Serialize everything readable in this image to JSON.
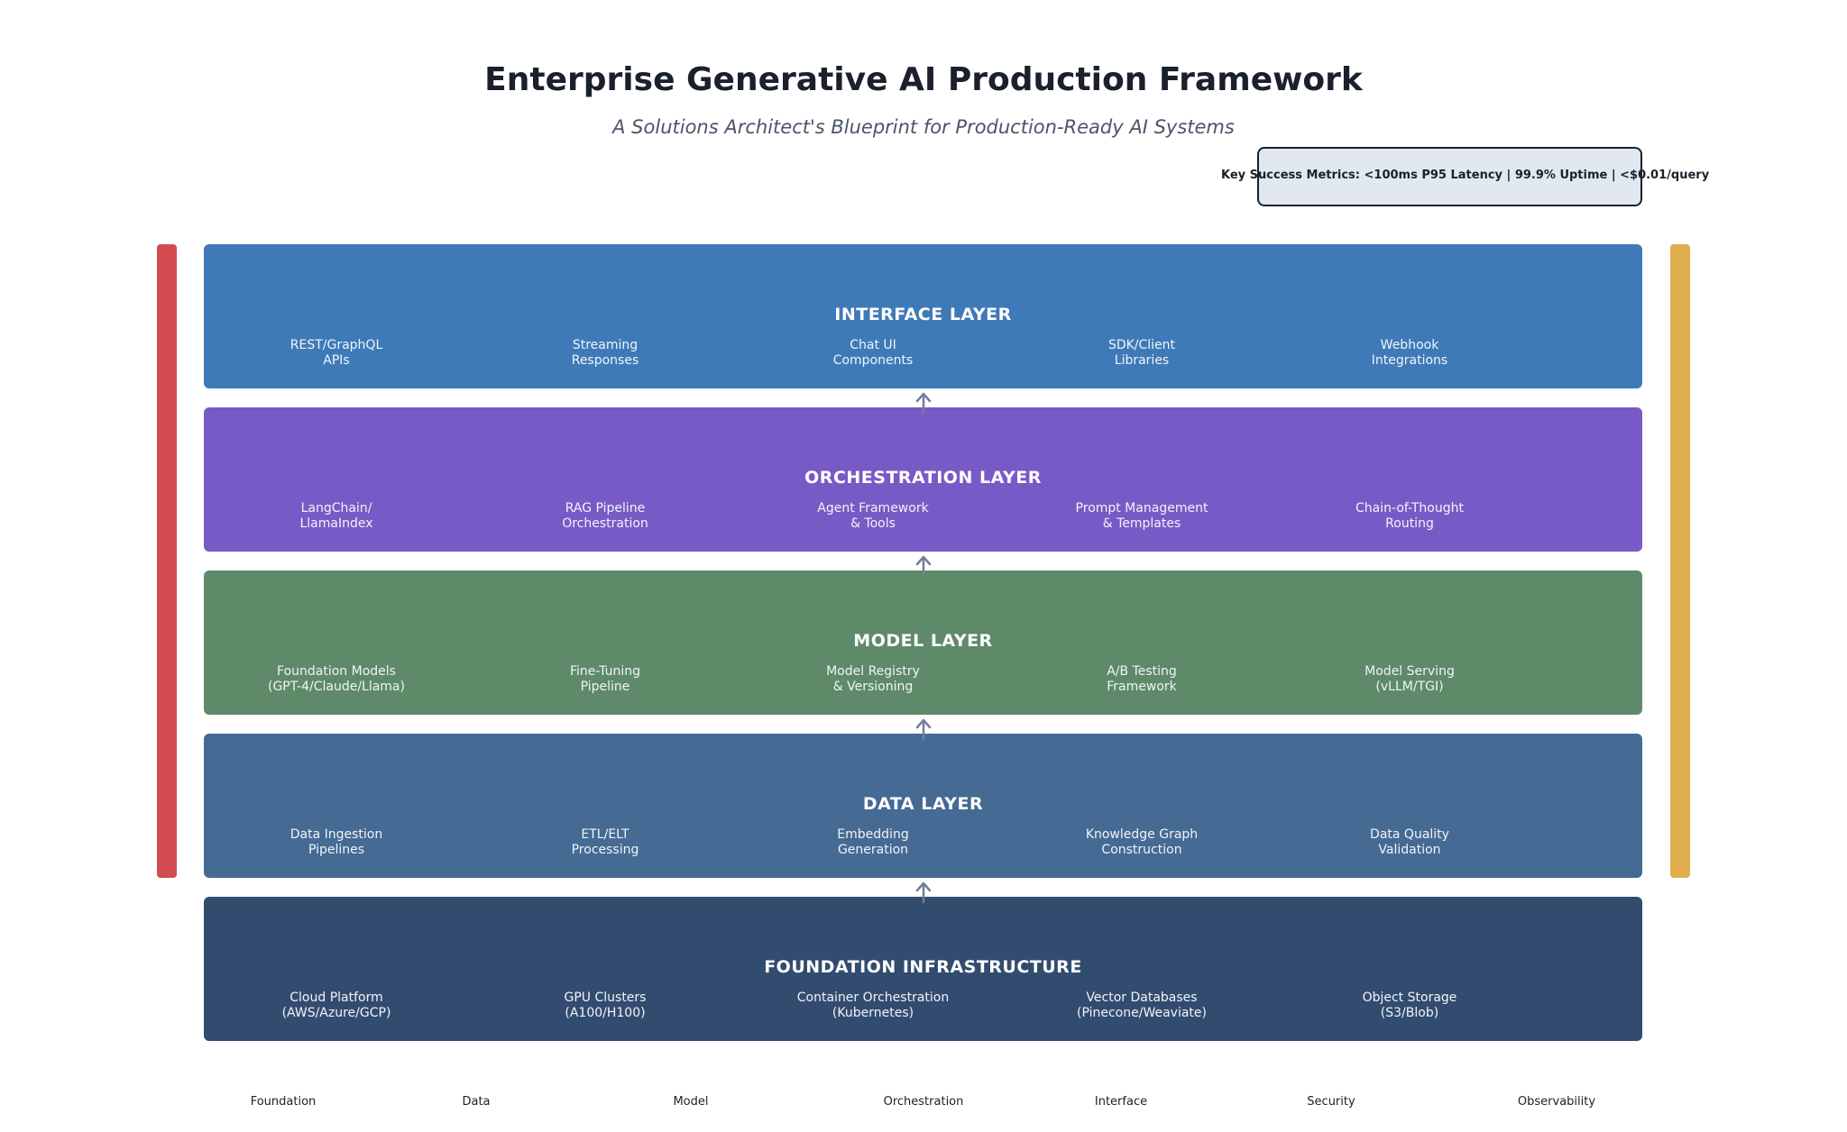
{
  "title": "Enterprise Generative AI Production Framework",
  "subtitle": "A Solutions Architect's Blueprint for Production-Ready AI Systems",
  "metrics": "Key Success Metrics: <100ms P95 Latency | 99.9% Uptime | <$0.01/query",
  "colors": {
    "interface": "#3f7ab8",
    "orchestration": "#785ac6",
    "model": "#5e8a6a",
    "data": "#456a93",
    "foundation": "#324c70",
    "security_bar": "#d14b51",
    "observability_bar": "#e0ad4e",
    "arrow": "#718096"
  },
  "layers": [
    {
      "title": "INTERFACE LAYER",
      "components": [
        "REST/GraphQL\nAPIs",
        "Streaming\nResponses",
        "Chat UI\nComponents",
        "SDK/Client\nLibraries",
        "Webhook\nIntegrations"
      ]
    },
    {
      "title": "ORCHESTRATION LAYER",
      "components": [
        "LangChain/\nLlamaIndex",
        "RAG Pipeline\nOrchestration",
        "Agent Framework\n& Tools",
        "Prompt Management\n& Templates",
        "Chain-of-Thought\nRouting"
      ]
    },
    {
      "title": "MODEL LAYER",
      "components": [
        "Foundation Models\n(GPT-4/Claude/Llama)",
        "Fine-Tuning\nPipeline",
        "Model Registry\n& Versioning",
        "A/B Testing\nFramework",
        "Model Serving\n(vLLM/TGI)"
      ]
    },
    {
      "title": "DATA LAYER",
      "components": [
        "Data Ingestion\nPipelines",
        "ETL/ELT\nProcessing",
        "Embedding\nGeneration",
        "Knowledge Graph\nConstruction",
        "Data Quality\nValidation"
      ]
    },
    {
      "title": "FOUNDATION INFRASTRUCTURE",
      "components": [
        "Cloud Platform\n(AWS/Azure/GCP)",
        "GPU Clusters\n(A100/H100)",
        "Container Orchestration\n(Kubernetes)",
        "Vector Databases\n(Pinecone/Weaviate)",
        "Object Storage\n(S3/Blob)"
      ]
    }
  ],
  "legend": [
    "Foundation",
    "Data",
    "Model",
    "Orchestration",
    "Interface",
    "Security",
    "Observability"
  ]
}
